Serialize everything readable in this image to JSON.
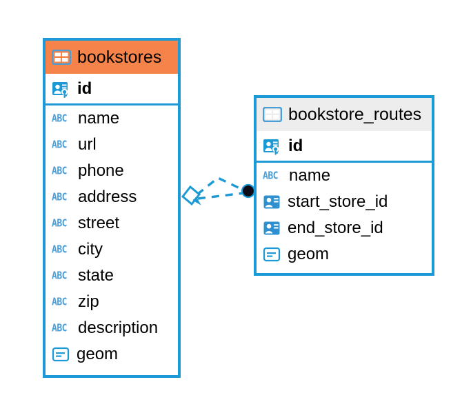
{
  "diagram": {
    "title": "database-schema-diagram",
    "accent_color": "#1C9AD6",
    "selected_header_color": "#F5834A",
    "unselected_header_color": "#EDEDED",
    "background_color": "#FFFFFF"
  },
  "entities": [
    {
      "name": "bookstores",
      "selected": true,
      "icon": "table-grid-icon",
      "fields": [
        {
          "name": "id",
          "icon": "primary-key-icon",
          "type": "pk"
        },
        {
          "name": "name",
          "icon": "abc-text-icon",
          "type": "text",
          "icon_label": "ABC"
        },
        {
          "name": "url",
          "icon": "abc-text-icon",
          "type": "text",
          "icon_label": "ABC"
        },
        {
          "name": "phone",
          "icon": "abc-text-icon",
          "type": "text",
          "icon_label": "ABC"
        },
        {
          "name": "address",
          "icon": "abc-text-icon",
          "type": "text",
          "icon_label": "ABC"
        },
        {
          "name": "street",
          "icon": "abc-text-icon",
          "type": "text",
          "icon_label": "ABC"
        },
        {
          "name": "city",
          "icon": "abc-text-icon",
          "type": "text",
          "icon_label": "ABC"
        },
        {
          "name": "state",
          "icon": "abc-text-icon",
          "type": "text",
          "icon_label": "ABC"
        },
        {
          "name": "zip",
          "icon": "abc-text-icon",
          "type": "text",
          "icon_label": "ABC"
        },
        {
          "name": "description",
          "icon": "abc-text-icon",
          "type": "text",
          "icon_label": "ABC"
        },
        {
          "name": "geom",
          "icon": "geometry-icon",
          "type": "geometry"
        }
      ]
    },
    {
      "name": "bookstore_routes",
      "selected": false,
      "icon": "table-grid-icon",
      "fields": [
        {
          "name": "id",
          "icon": "primary-key-icon",
          "type": "pk"
        },
        {
          "name": "name",
          "icon": "abc-text-icon",
          "type": "text",
          "icon_label": "ABC"
        },
        {
          "name": "start_store_id",
          "icon": "foreign-key-icon",
          "type": "fk"
        },
        {
          "name": "end_store_id",
          "icon": "foreign-key-icon",
          "type": "fk"
        },
        {
          "name": "geom",
          "icon": "geometry-icon",
          "type": "geometry"
        }
      ]
    }
  ],
  "relationship": {
    "style": "dashed",
    "color": "#1C9AD6",
    "source_marker": "rhombus-outline",
    "target_marker": "filled-circle"
  }
}
